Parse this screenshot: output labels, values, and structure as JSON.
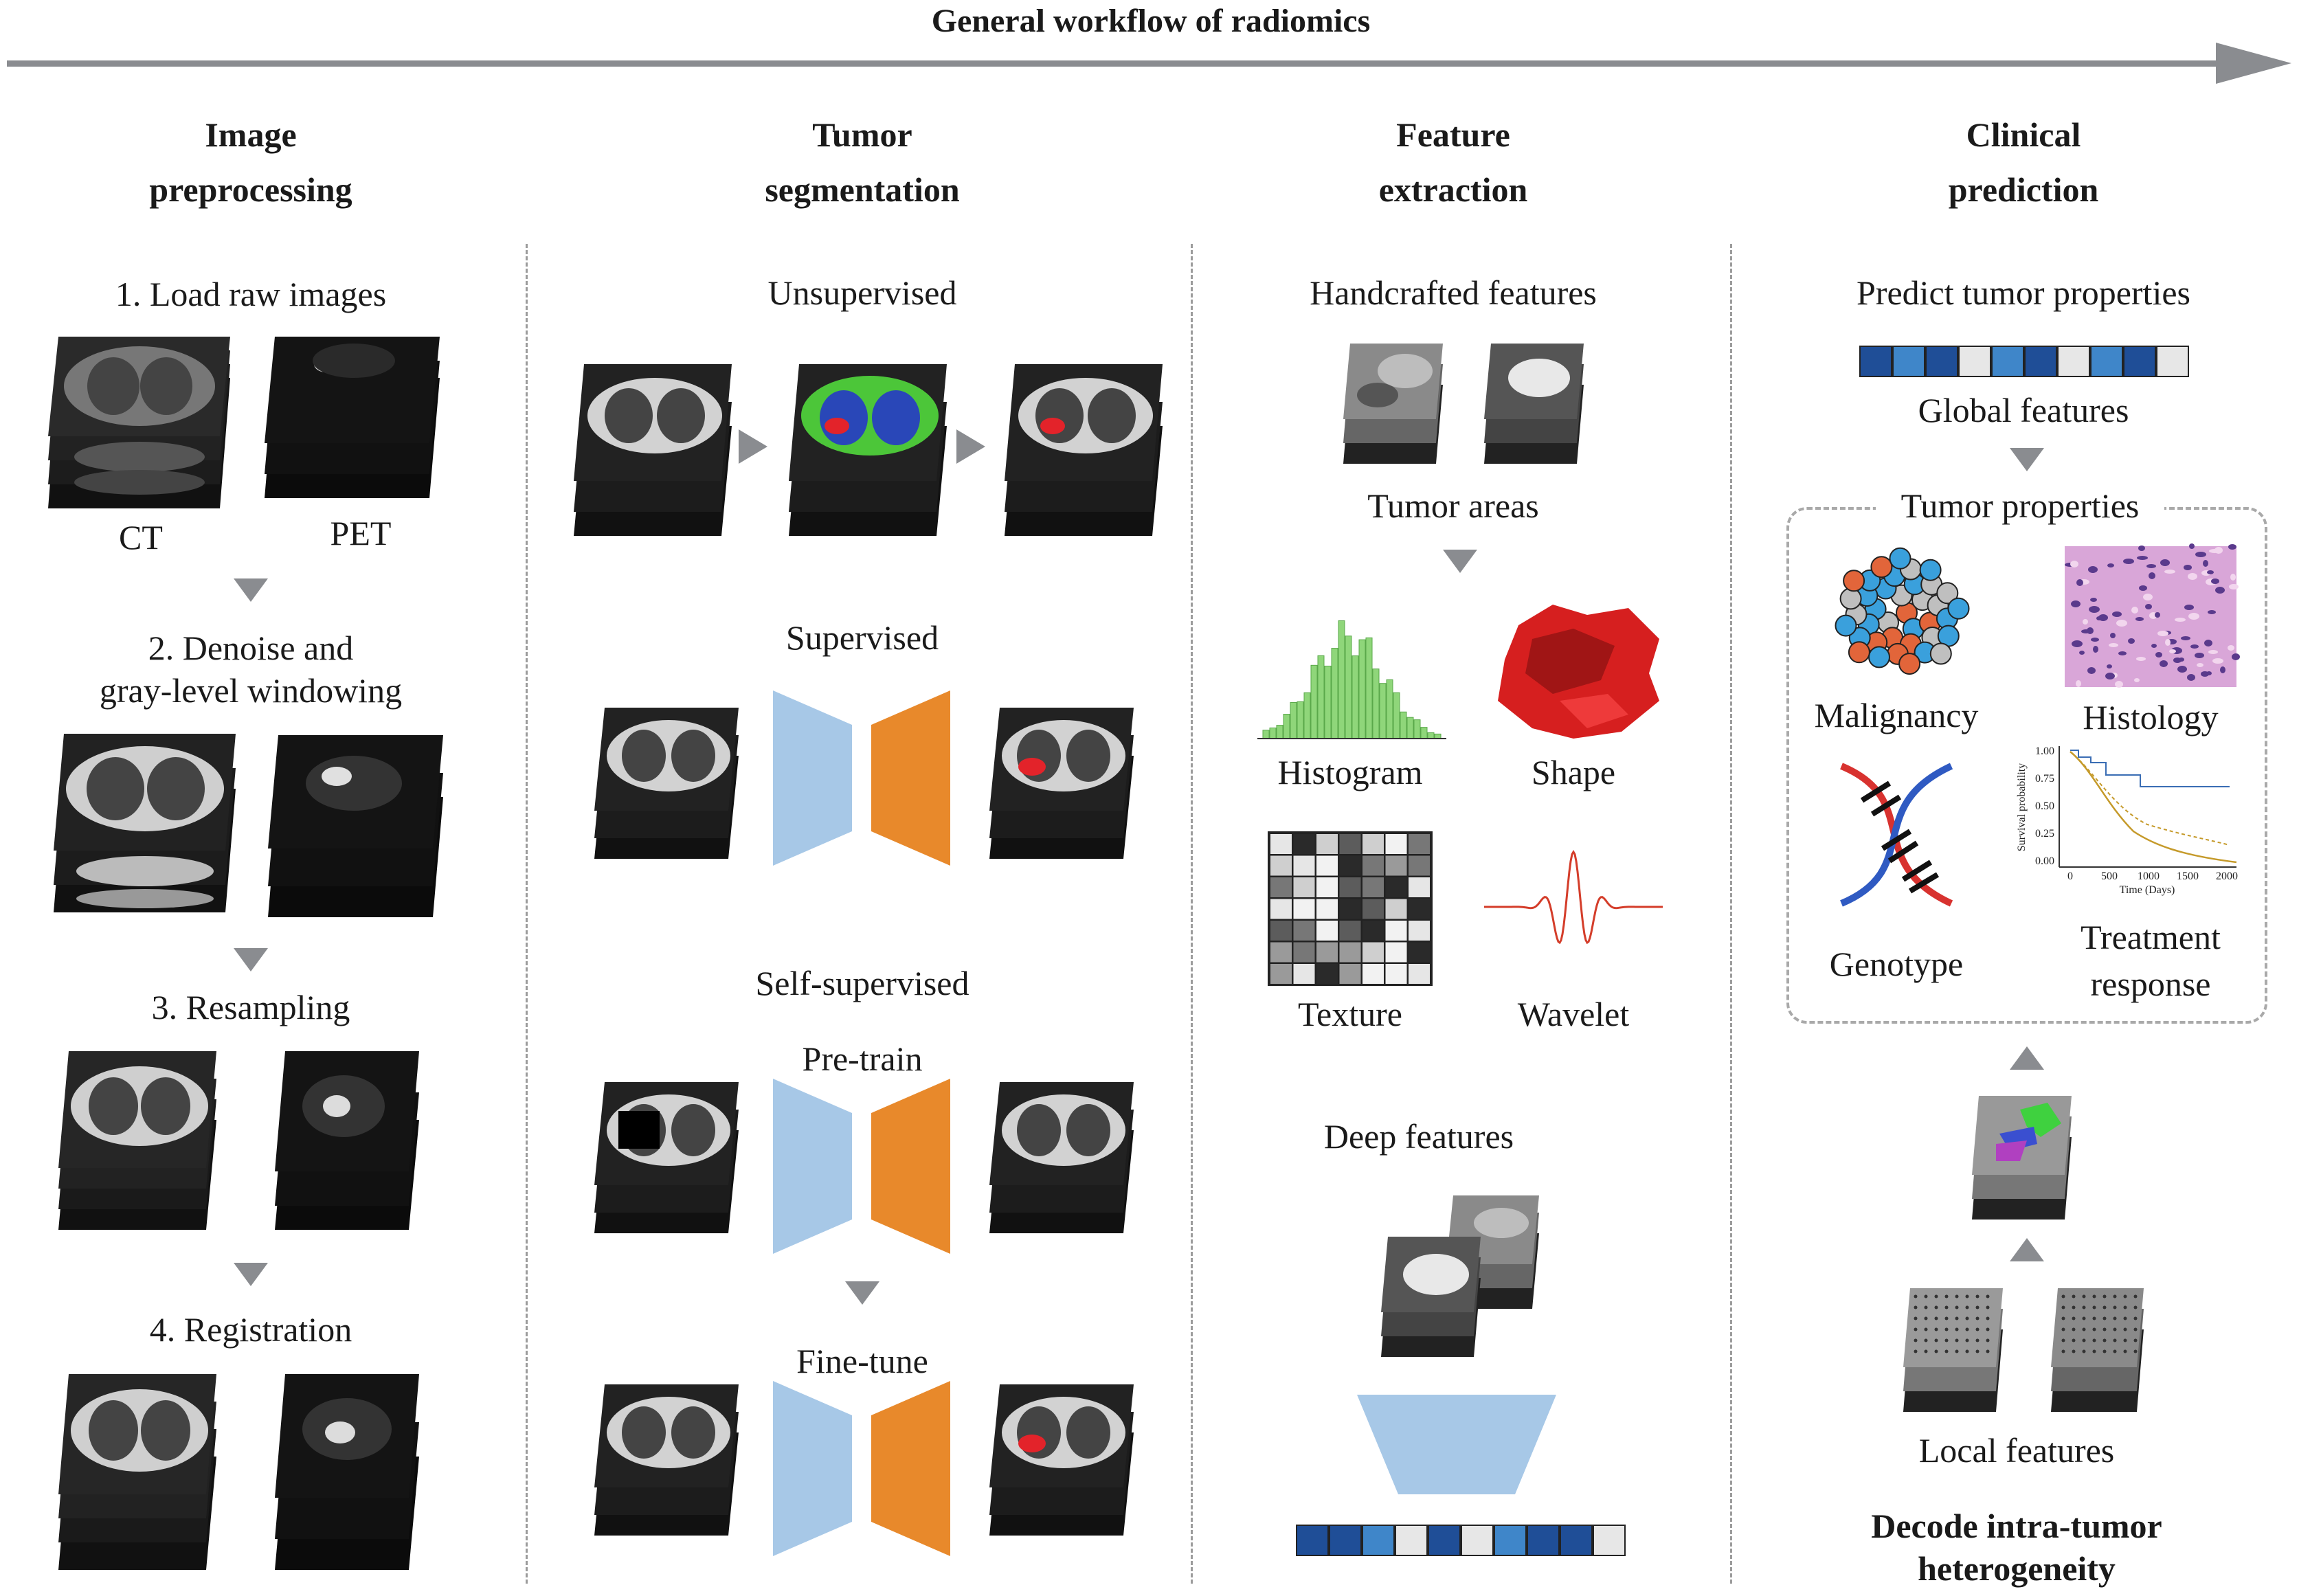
{
  "header": {
    "title": "General workflow of radiomics"
  },
  "columns": {
    "preprocessing": {
      "title_line1": "Image",
      "title_line2": "preprocessing",
      "step1": "1. Load raw images",
      "label_ct": "CT",
      "label_pet": "PET",
      "step2_line1": "2. Denoise and",
      "step2_line2": "gray-level windowing",
      "step3": "3. Resampling",
      "step4": "4. Registration"
    },
    "segmentation": {
      "title_line1": "Tumor",
      "title_line2": "segmentation",
      "unsupervised": "Unsupervised",
      "supervised": "Supervised",
      "self_supervised": "Self-supervised",
      "pretrain": "Pre-train",
      "finetune": "Fine-tune"
    },
    "extraction": {
      "title_line1": "Feature",
      "title_line2": "extraction",
      "handcrafted": "Handcrafted features",
      "tumor_areas": "Tumor areas",
      "histogram": "Histogram",
      "shape": "Shape",
      "texture": "Texture",
      "wavelet": "Wavelet",
      "deep": "Deep features"
    },
    "prediction": {
      "title_line1": "Clinical",
      "title_line2": "prediction",
      "predict": "Predict tumor properties",
      "global": "Global features",
      "tumor_properties": "Tumor properties",
      "malignancy": "Malignancy",
      "histology": "Histology",
      "genotype": "Genotype",
      "treatment_line1": "Treatment",
      "treatment_line2": "response",
      "local": "Local features",
      "decode_line1": "Decode intra-tumor",
      "decode_line2": "heterogeneity",
      "km_ylabel": "Survival probability",
      "km_xlabel": "Time (Days)",
      "km_yticks": [
        "1.00",
        "0.75",
        "0.50",
        "0.25",
        "0.00"
      ],
      "km_xticks": [
        "0",
        "500",
        "1000",
        "1500",
        "2000"
      ]
    }
  },
  "colors": {
    "arrow": "#8a8c90",
    "encoder": "#a7c8e7",
    "decoder": "#e8892b",
    "feature_dark": "#1f4e97",
    "feature_mid": "#3f86c9",
    "feature_light": "#e7e7e7"
  }
}
